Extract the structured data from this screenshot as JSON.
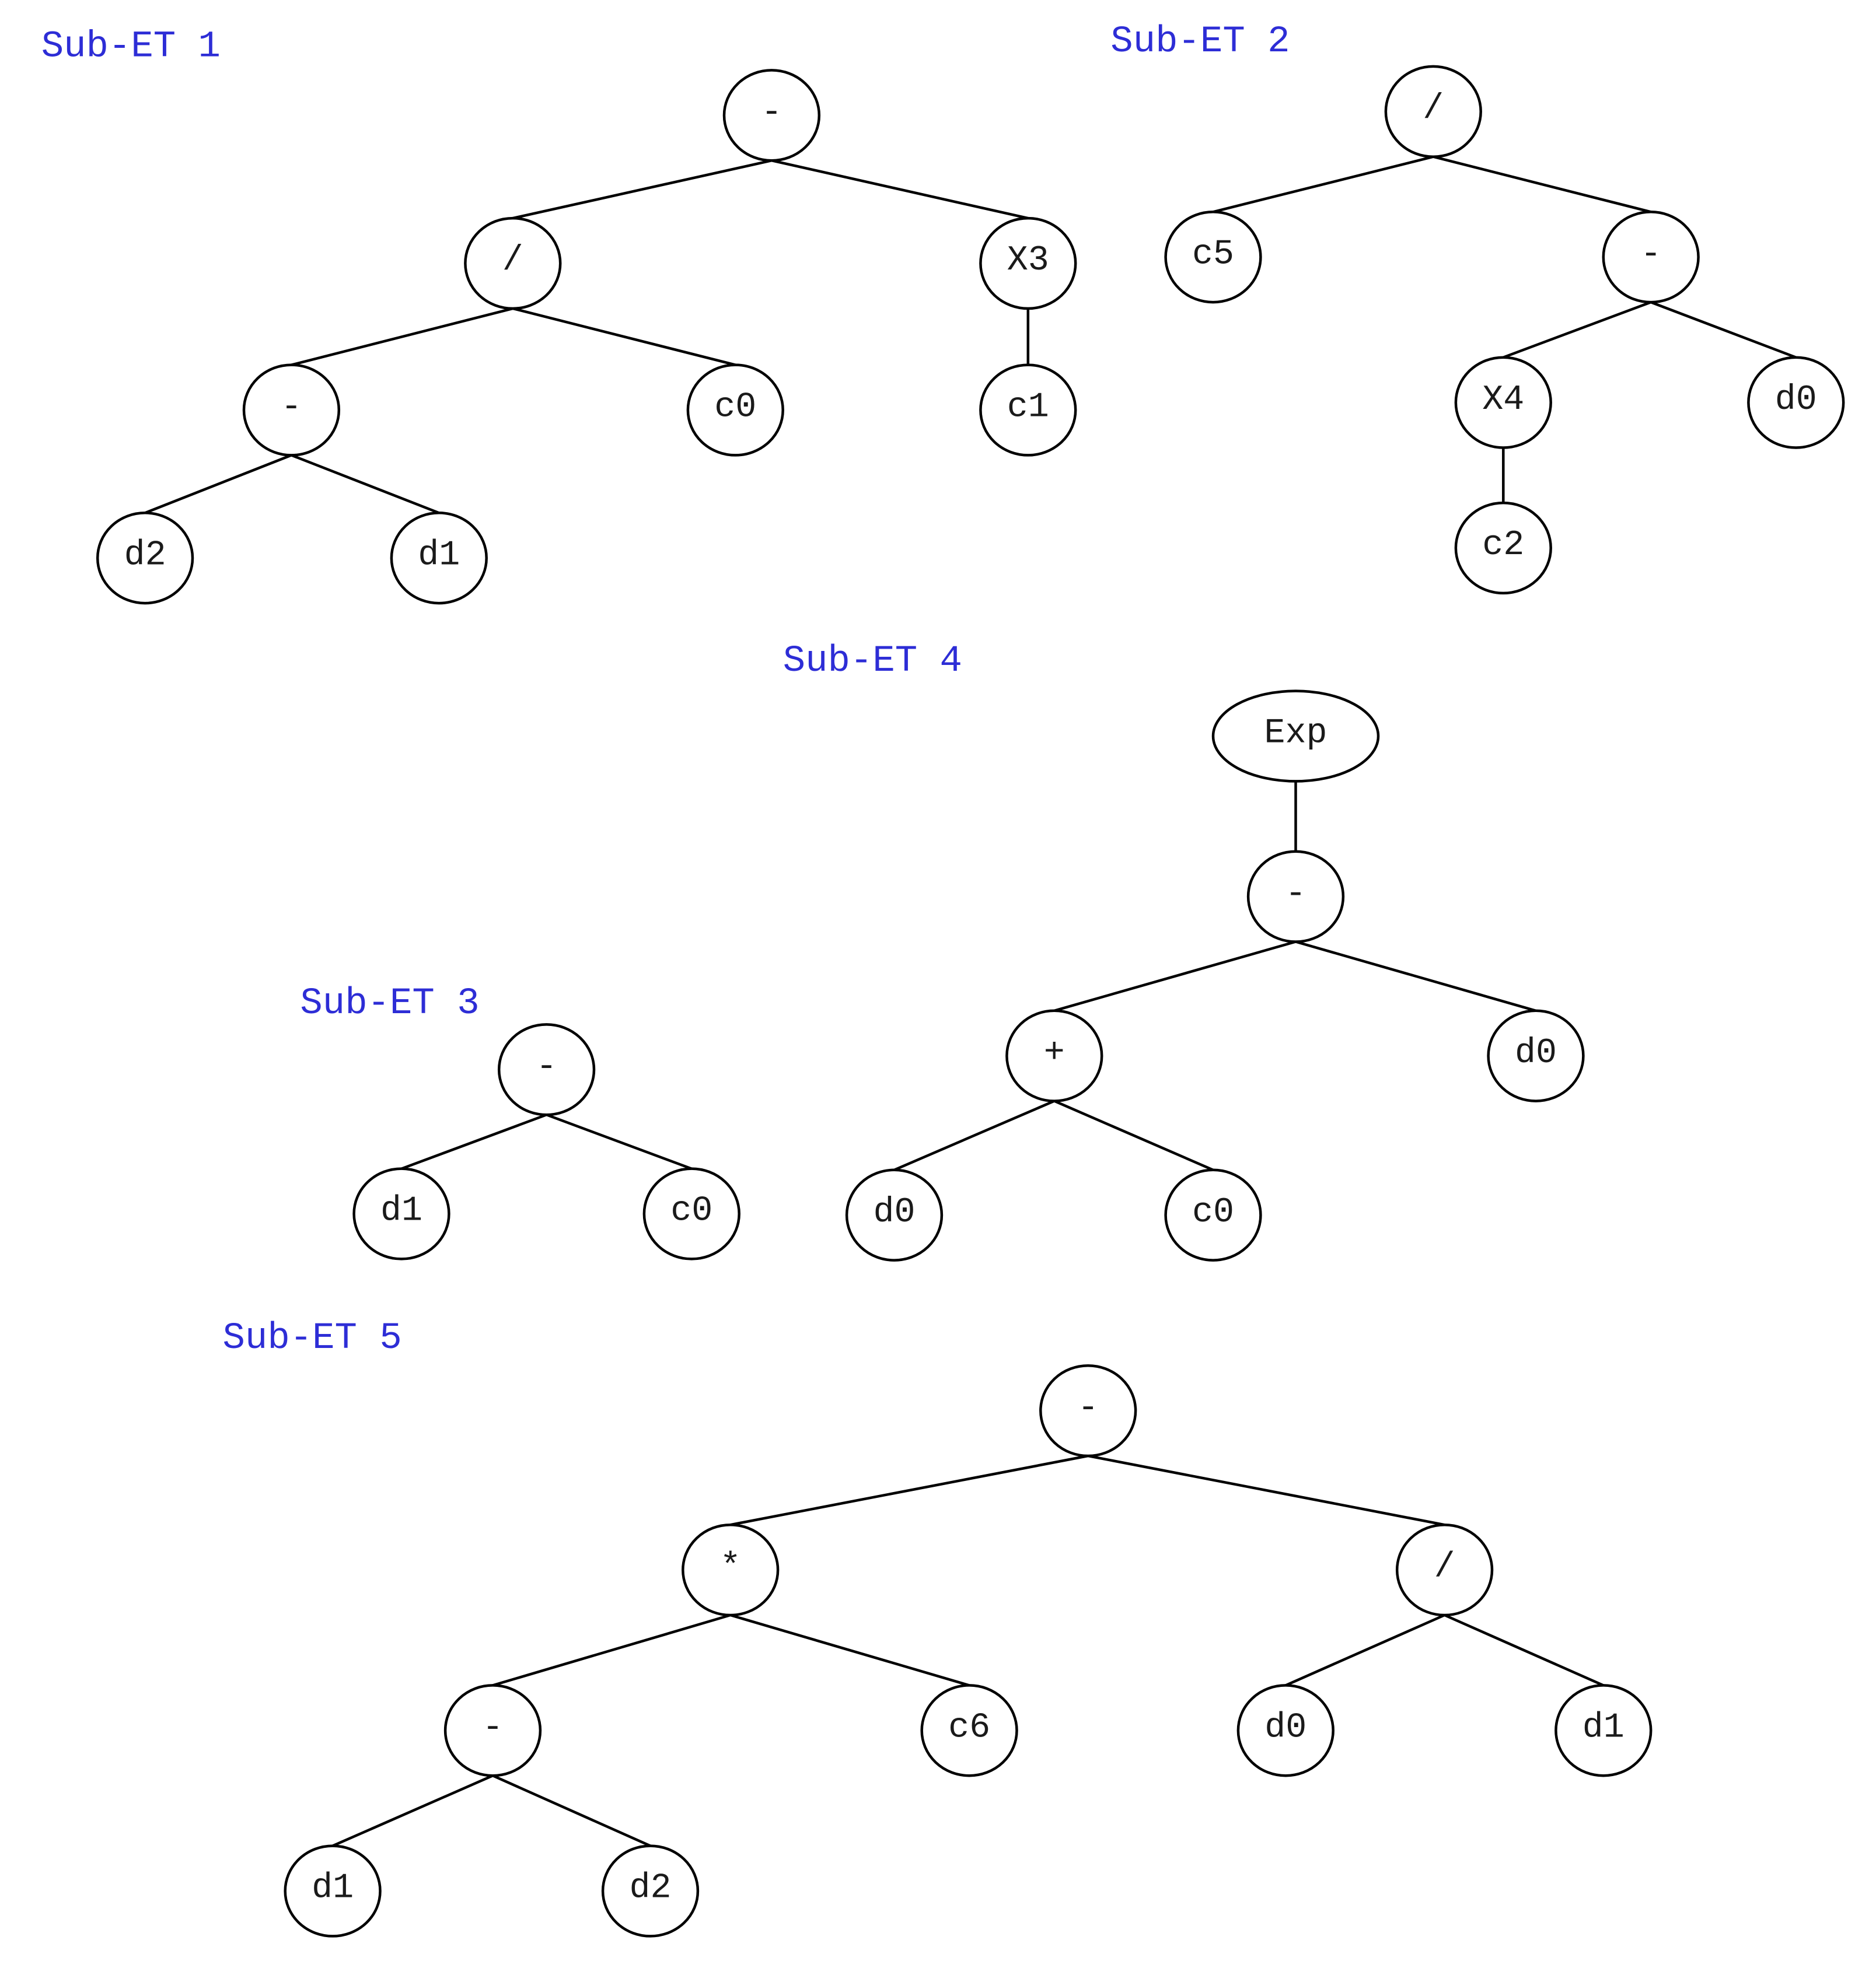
{
  "colors": {
    "title": "#2d2dd6",
    "stroke": "#000000",
    "node_fill": "#ffffff",
    "text": "#1a1a1a"
  },
  "trees": [
    {
      "id": "1",
      "title": "Sub-ET 1",
      "nodes": [
        {
          "id": "t1n0",
          "label": "-",
          "parent": null
        },
        {
          "id": "t1n1",
          "label": "/",
          "parent": "t1n0"
        },
        {
          "id": "t1n2",
          "label": "X3",
          "parent": "t1n0"
        },
        {
          "id": "t1n3",
          "label": "-",
          "parent": "t1n1"
        },
        {
          "id": "t1n4",
          "label": "c0",
          "parent": "t1n1"
        },
        {
          "id": "t1n5",
          "label": "c1",
          "parent": "t1n2"
        },
        {
          "id": "t1n6",
          "label": "d2",
          "parent": "t1n3"
        },
        {
          "id": "t1n7",
          "label": "d1",
          "parent": "t1n3"
        }
      ]
    },
    {
      "id": "2",
      "title": "Sub-ET 2",
      "nodes": [
        {
          "id": "t2n0",
          "label": "/",
          "parent": null
        },
        {
          "id": "t2n1",
          "label": "c5",
          "parent": "t2n0"
        },
        {
          "id": "t2n2",
          "label": "-",
          "parent": "t2n0"
        },
        {
          "id": "t2n3",
          "label": "X4",
          "parent": "t2n2"
        },
        {
          "id": "t2n4",
          "label": "d0",
          "parent": "t2n2"
        },
        {
          "id": "t2n5",
          "label": "c2",
          "parent": "t2n3"
        }
      ]
    },
    {
      "id": "3",
      "title": "Sub-ET 3",
      "nodes": [
        {
          "id": "t3n0",
          "label": "-",
          "parent": null
        },
        {
          "id": "t3n1",
          "label": "d1",
          "parent": "t3n0"
        },
        {
          "id": "t3n2",
          "label": "c0",
          "parent": "t3n0"
        }
      ]
    },
    {
      "id": "4",
      "title": "Sub-ET 4",
      "nodes": [
        {
          "id": "t4n0",
          "label": "Exp",
          "parent": null
        },
        {
          "id": "t4n1",
          "label": "-",
          "parent": "t4n0"
        },
        {
          "id": "t4n2",
          "label": "+",
          "parent": "t4n1"
        },
        {
          "id": "t4n3",
          "label": "d0",
          "parent": "t4n1"
        },
        {
          "id": "t4n4",
          "label": "d0",
          "parent": "t4n2"
        },
        {
          "id": "t4n5",
          "label": "c0",
          "parent": "t4n2"
        }
      ]
    },
    {
      "id": "5",
      "title": "Sub-ET 5",
      "nodes": [
        {
          "id": "t5n0",
          "label": "-",
          "parent": null
        },
        {
          "id": "t5n1",
          "label": "*",
          "parent": "t5n0"
        },
        {
          "id": "t5n2",
          "label": "/",
          "parent": "t5n0"
        },
        {
          "id": "t5n3",
          "label": "-",
          "parent": "t5n1"
        },
        {
          "id": "t5n4",
          "label": "c6",
          "parent": "t5n1"
        },
        {
          "id": "t5n5",
          "label": "d0",
          "parent": "t5n2"
        },
        {
          "id": "t5n6",
          "label": "d1",
          "parent": "t5n2"
        },
        {
          "id": "t5n7",
          "label": "d1",
          "parent": "t5n3"
        },
        {
          "id": "t5n8",
          "label": "d2",
          "parent": "t5n3"
        }
      ]
    }
  ]
}
